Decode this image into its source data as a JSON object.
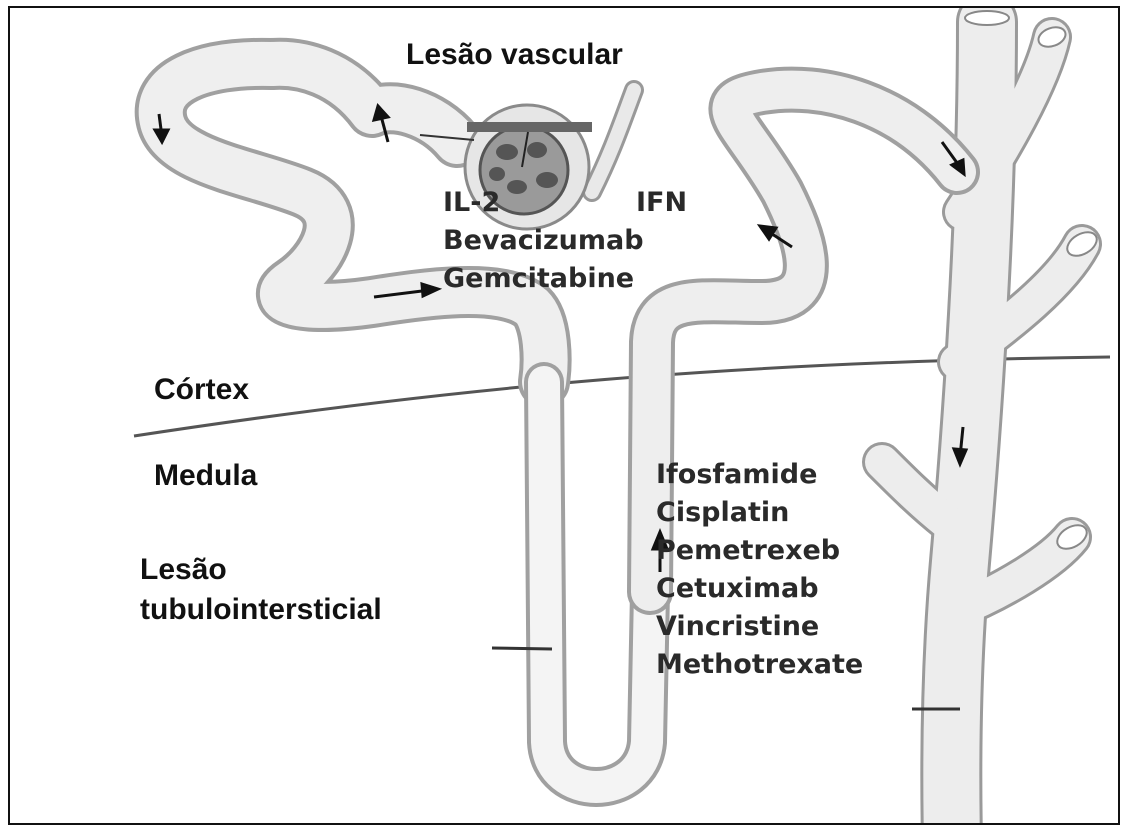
{
  "diagram": {
    "labels": {
      "vascular_injury": "Lesão vascular",
      "cortex": "Córtex",
      "medulla": "Medula",
      "tubulointerstitial_line1": "Lesão",
      "tubulointerstitial_line2": "tubulointersticial"
    },
    "glomerular_drugs": {
      "left": "IL-2",
      "right": "IFN",
      "list": [
        "Bevacizumab",
        "Gemcitabine"
      ]
    },
    "tubular_drugs": [
      "Ifosfamide",
      "Cisplatin",
      "Pemetrexeb",
      "Cetuximab",
      "Vincristine",
      "Methotrexate"
    ]
  }
}
